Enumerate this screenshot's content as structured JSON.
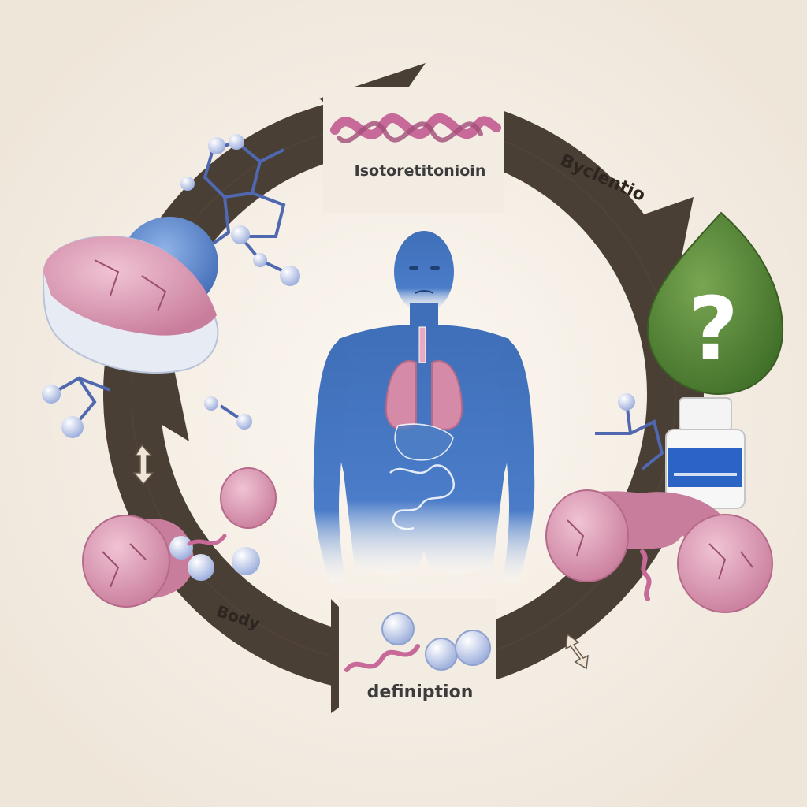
{
  "labels": {
    "top": "Isotoretitonioin",
    "right": "Byclentio",
    "left": "Body",
    "bottom": "definiption",
    "question_mark": "?"
  },
  "colors": {
    "background": "#f3ece3",
    "cycle_ring": "#4a3f35",
    "body_figure": "#3f6fb8",
    "organs": "#d58aa8",
    "pill": "#d8a0b8",
    "drop": "#5b8a3a",
    "molecule_node": "#c9d4ee",
    "molecule_bond": "#5068b0",
    "bottle_label": "#2b64c4"
  }
}
